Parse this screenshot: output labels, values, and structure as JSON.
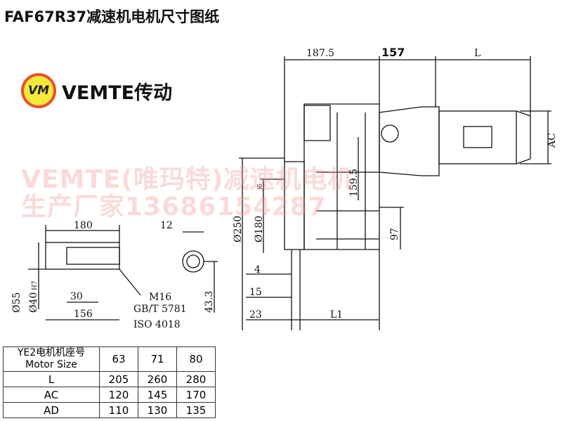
{
  "title": "FAF67R37减速机电机尺寸图纸",
  "logo": {
    "badge": "VM",
    "name": "VEMTE传动"
  },
  "watermark": [
    "VEMTE(唯玛特)减速机电机",
    "生产厂家13686154287"
  ],
  "dims": {
    "d1875": "187.5",
    "d157": "157",
    "dL": "L",
    "dAC": "AC",
    "d250": "Ø250",
    "d180": "Ø180",
    "d180tol": "j6",
    "d595": "159.5",
    "d97": "97",
    "d4": "4",
    "d15": "15",
    "d23": "23",
    "dL1": "L1",
    "s180": "180",
    "s12": "12",
    "s55": "Ø55",
    "s40": "Ø40",
    "s40tol": "H7",
    "s30": "30",
    "s156": "156",
    "s433": "43.3",
    "m16": "M16",
    "gb": "GB/T 5781",
    "iso": "ISO 4018"
  },
  "table": {
    "header": [
      "YE2电机机座号",
      "Motor Size"
    ],
    "sizes": [
      "63",
      "71",
      "80"
    ],
    "rows": [
      {
        "label": "L",
        "values": [
          "205",
          "260",
          "280"
        ]
      },
      {
        "label": "AC",
        "values": [
          "120",
          "145",
          "170"
        ]
      },
      {
        "label": "AD",
        "values": [
          "110",
          "130",
          "135"
        ]
      }
    ]
  }
}
